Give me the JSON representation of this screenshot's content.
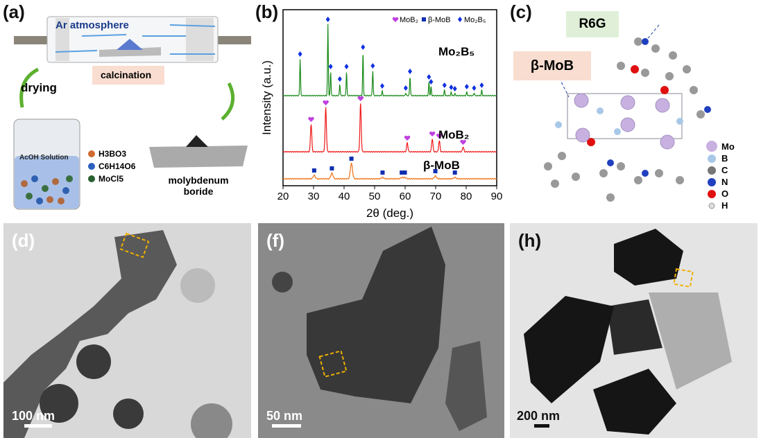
{
  "panel_a": {
    "label": "(a)",
    "atmosphere": "Ar atmosphere",
    "calcination": "calcination",
    "drying": "drying",
    "solution": "AcOH Solution",
    "reagents": [
      "H3BO3",
      "C6H14O6",
      "MoCl5"
    ],
    "product_line1": "molybdenum",
    "product_line2": "boride"
  },
  "panel_b": {
    "label": "(b)"
  },
  "panel_c": {
    "label": "(c)",
    "r6g": "R6G",
    "mob": "β-MoB",
    "legend": [
      "Mo",
      "B",
      "C",
      "N",
      "O",
      "H"
    ]
  },
  "panel_d": {
    "label": "(d)",
    "scale": "100 nm"
  },
  "panel_f": {
    "label": "(f)",
    "scale": "50 nm"
  },
  "panel_h": {
    "label": "(h)",
    "scale": "200 nm"
  },
  "chart_data": {
    "type": "line",
    "xlabel": "2θ (deg.)",
    "ylabel": "Intensity (a.u.)",
    "xlim": [
      20,
      90
    ],
    "xticks": [
      "20",
      "30",
      "40",
      "50",
      "60",
      "70",
      "80",
      "90"
    ],
    "legend": [
      "MoB2",
      "β-MoB",
      "Mo2B5"
    ],
    "legend_placement": "top-right",
    "series": [
      {
        "name": "Mo2B5",
        "color": "#1a8a1a",
        "marker": "diamond",
        "marker_color": "#1030e0",
        "peaks": [
          [
            25.6,
            53
          ],
          [
            34.7,
            103
          ],
          [
            35.6,
            35
          ],
          [
            38.6,
            17
          ],
          [
            40.8,
            35
          ],
          [
            46.2,
            63
          ],
          [
            49.4,
            36
          ],
          [
            52.5,
            7
          ],
          [
            60.2,
            4
          ],
          [
            61.6,
            28
          ],
          [
            67.8,
            20
          ],
          [
            68.5,
            13
          ],
          [
            72.9,
            8
          ],
          [
            75.1,
            5
          ],
          [
            76.3,
            3
          ],
          [
            80.2,
            6
          ],
          [
            82.6,
            4
          ],
          [
            85.1,
            8
          ]
        ]
      },
      {
        "name": "MoB2",
        "color": "#f01818",
        "marker": "heart",
        "marker_color": "#c040e0",
        "peaks": [
          [
            29.2,
            40
          ],
          [
            34.0,
            64
          ],
          [
            45.4,
            70
          ],
          [
            60.7,
            13
          ],
          [
            68.9,
            19
          ],
          [
            71.2,
            16
          ],
          [
            79.0,
            7
          ]
        ]
      },
      {
        "name": "β-MoB",
        "color": "#f07010",
        "marker": "square",
        "marker_color": "#1030b0",
        "peaks": [
          [
            30.2,
            5
          ],
          [
            36.0,
            8
          ],
          [
            42.4,
            22
          ],
          [
            52.6,
            2
          ],
          [
            58.9,
            2
          ],
          [
            59.9,
            2
          ],
          [
            69.9,
            4
          ],
          [
            76.3,
            2
          ]
        ]
      }
    ]
  }
}
